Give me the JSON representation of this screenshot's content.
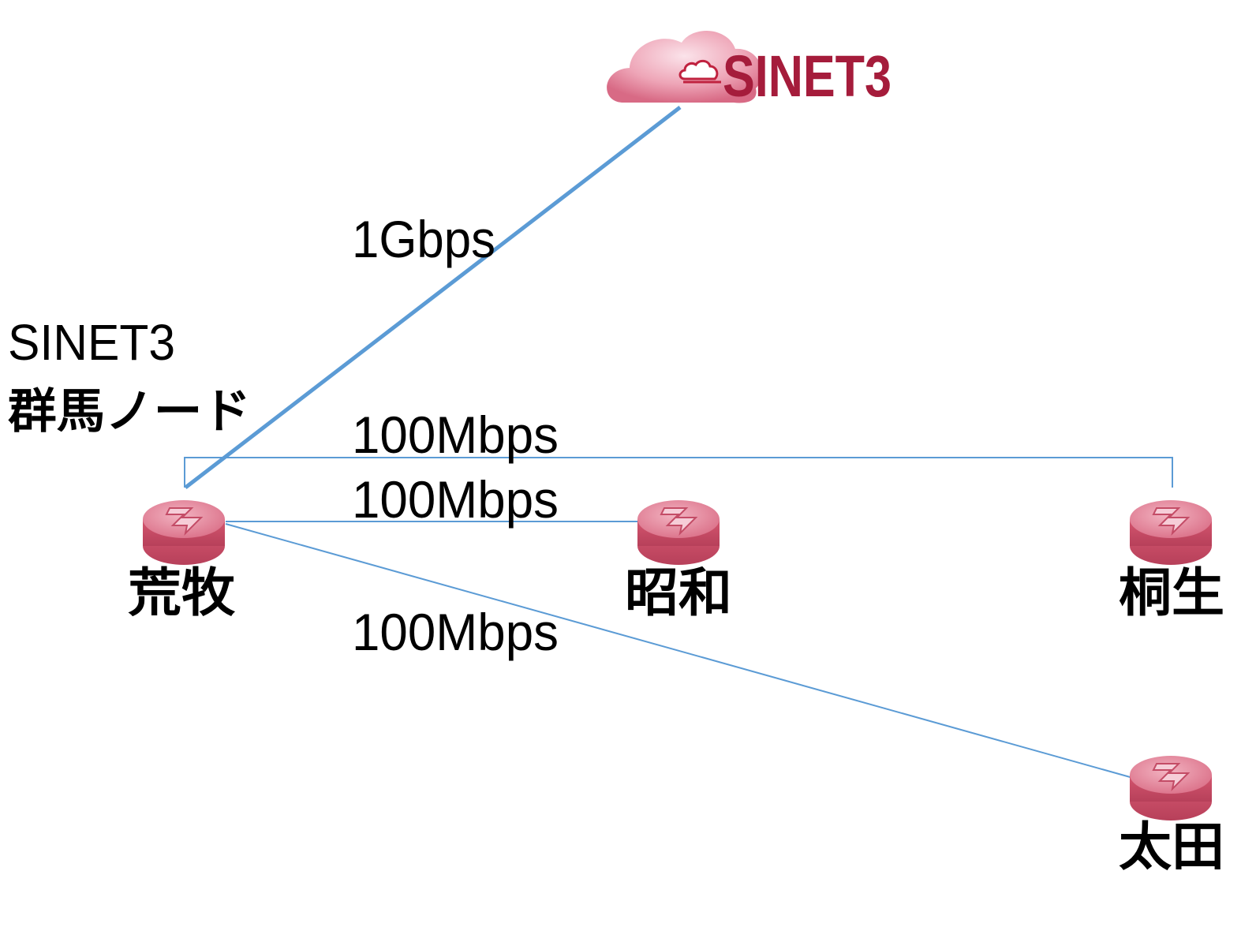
{
  "cloud": {
    "title": "SINET3",
    "brand_color": "#a51c3b",
    "icon": "cloud-icon"
  },
  "side_label": {
    "line1": "SINET3",
    "line2": "群馬ノード"
  },
  "nodes": {
    "aramaki": "荒牧",
    "showa": "昭和",
    "kiryu": "桐生",
    "ota": "太田"
  },
  "links": {
    "uplink_speed": "1Gbps",
    "kiryu_speed": "100Mbps",
    "showa_speed": "100Mbps",
    "ota_speed": "100Mbps"
  },
  "colors": {
    "link_line": "#5b9bd5",
    "router_fill": "#d8607a",
    "router_top": "#e88ea2",
    "router_symbol": "#f5c6d1"
  },
  "icons": {
    "router": "router-icon"
  }
}
